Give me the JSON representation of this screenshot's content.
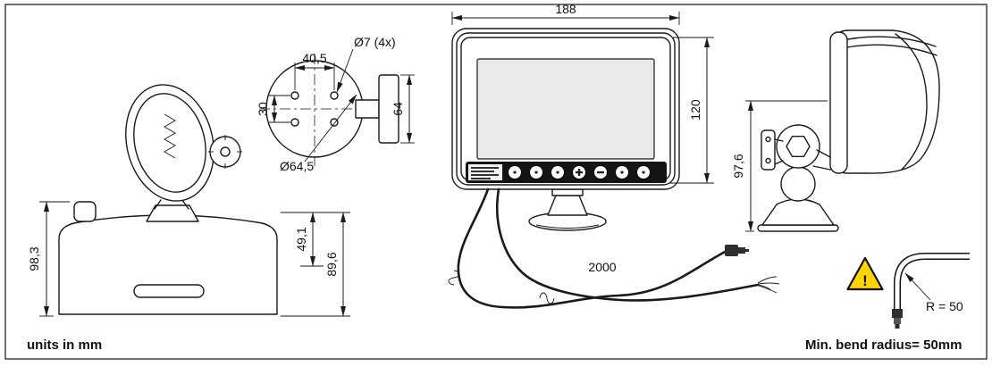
{
  "drawing": {
    "notes": {
      "units": "units in mm",
      "min_bend_radius": "Min. bend radius= 50mm"
    },
    "side_view_left": {
      "total_height": "98,3",
      "upper_height": "49,1",
      "base_height": "89,6"
    },
    "mounting_plate": {
      "hole_spacing_width": "40,5",
      "hole_spacing_height": "30",
      "hole_diameter": "Ø7 (4x)",
      "plate_diameter": "Ø64,5",
      "bracket_height": "64"
    },
    "front_view": {
      "width": "188",
      "height": "120",
      "cable_length": "2000"
    },
    "side_view_right": {
      "mount_height": "97,6"
    },
    "bend_detail": {
      "warning_mark": "!",
      "radius_label": "R = 50"
    },
    "colors": {
      "line": "#1a1a1a",
      "screen_fill": "#e9e9e9",
      "warning_yellow": "#ffd500"
    }
  }
}
